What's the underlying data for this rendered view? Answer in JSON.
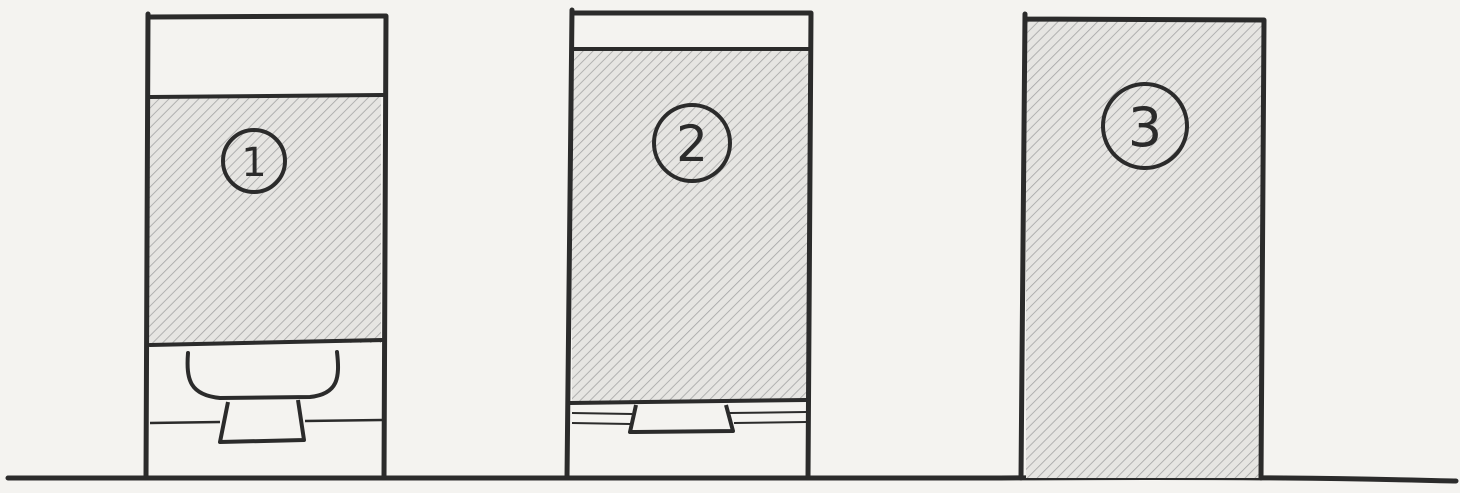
{
  "stalls": [
    {
      "label": "1",
      "door_coverage": "partial",
      "toilet_visible": "full"
    },
    {
      "label": "2",
      "door_coverage": "mostly",
      "toilet_visible": "base-only"
    },
    {
      "label": "3",
      "door_coverage": "full",
      "toilet_visible": "none"
    }
  ],
  "colors": {
    "paper": "#f4f3f0",
    "ink": "#2b2b2b",
    "hatch": "#9a9a9a",
    "door_fill": "#e6e5e2"
  }
}
